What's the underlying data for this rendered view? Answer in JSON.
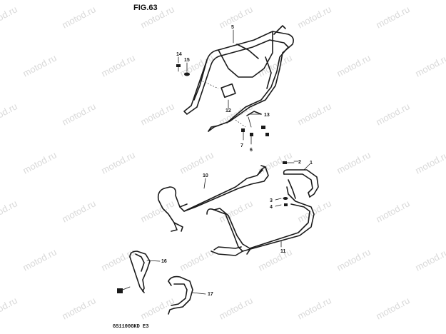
{
  "figure": {
    "title": "FIG.63",
    "footer": "GS1100GKD E3",
    "watermark": "motod.ru",
    "parts": [
      {
        "number": "1"
      },
      {
        "number": "2"
      },
      {
        "number": "3"
      },
      {
        "number": "4"
      },
      {
        "number": "5"
      },
      {
        "number": "6"
      },
      {
        "number": "7"
      },
      {
        "number": "10"
      },
      {
        "number": "11"
      },
      {
        "number": "12"
      },
      {
        "number": "13"
      },
      {
        "number": "14"
      },
      {
        "number": "15"
      },
      {
        "number": "16"
      },
      {
        "number": "17"
      }
    ]
  },
  "colors": {
    "line": "#1a1a1a",
    "watermark": "#d9d9d9",
    "background": "#ffffff"
  }
}
